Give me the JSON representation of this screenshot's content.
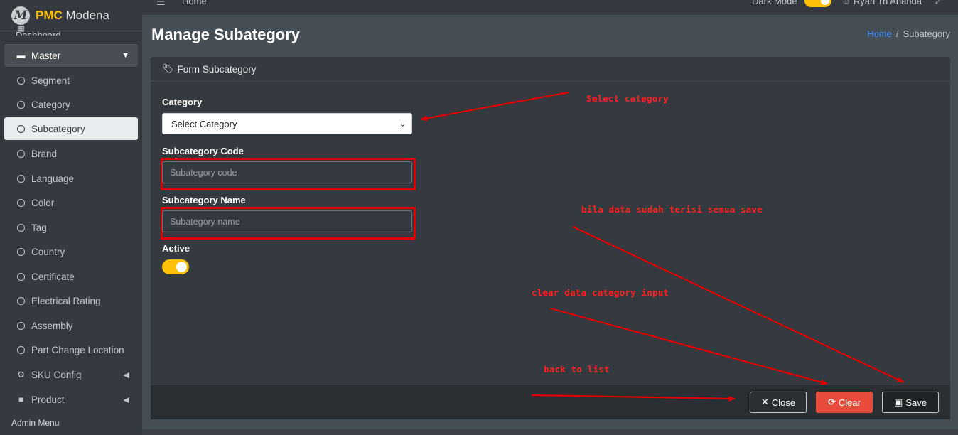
{
  "brand": {
    "logo_letter": "M",
    "name_bold": "PMC",
    "name_rest": " Modena"
  },
  "topbar": {
    "menu_icon": "bars-icon",
    "home": "Home",
    "dark_mode": "Dark Mode",
    "user": "Ryan Tri Ananda",
    "expand_icon": "expand-icon"
  },
  "sidebar": {
    "dashboard": "Dashboard",
    "master": "Master",
    "items": [
      "Segment",
      "Category",
      "Subcategory",
      "Brand",
      "Language",
      "Color",
      "Tag",
      "Country",
      "Certificate",
      "Electrical Rating",
      "Assembly",
      "Part Change Location"
    ],
    "sku_config": "SKU Config",
    "product": "Product",
    "admin_menu": "Admin Menu"
  },
  "page": {
    "title": "Manage Subategory",
    "breadcrumb_home": "Home",
    "breadcrumb_sep": "/",
    "breadcrumb_current": "Subategory"
  },
  "form": {
    "header": "Form Subcategory",
    "category_label": "Category",
    "category_value": "Select Category",
    "code_label": "Subcategory Code",
    "code_placeholder": "Subategory code",
    "name_label": "Subcategory Name",
    "name_placeholder": "Subategory name",
    "active_label": "Active",
    "active": true
  },
  "buttons": {
    "close": "Close",
    "clear": "Clear",
    "save": "Save"
  },
  "annotations": {
    "select_category": "Select category",
    "save_note": "bila data sudah terisi semua save",
    "clear_note": "clear data category input",
    "back_note": "back to list"
  },
  "colors": {
    "accent": "#ffc107",
    "annotation": "#ff2020",
    "clear_button": "#e74c3c",
    "link": "#3f8cff"
  }
}
